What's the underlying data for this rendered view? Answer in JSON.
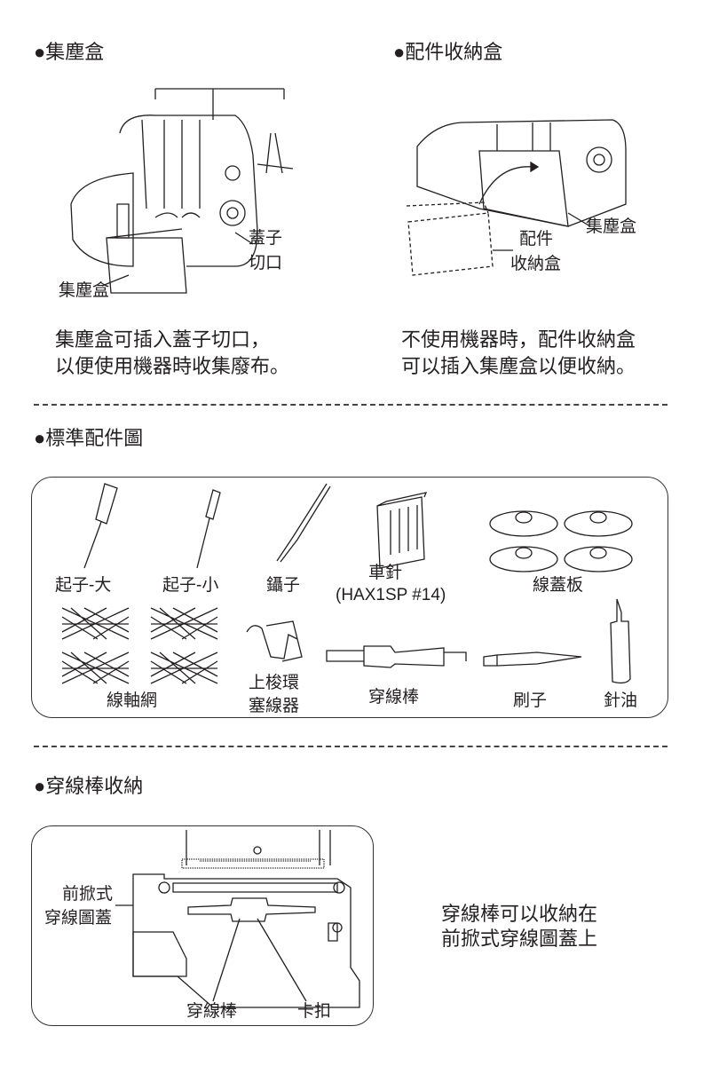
{
  "section1": {
    "title": "●集塵盒",
    "labels": {
      "cover_slot_1": "蓋子",
      "cover_slot_2": "切口",
      "dust_box": "集塵盒"
    },
    "text": [
      "集塵盒可插入蓋子切口，",
      "以便使用機器時收集廢布。"
    ]
  },
  "section2": {
    "title": "●配件收納盒",
    "labels": {
      "dust_box": "集塵盒",
      "accessory_1": "配件",
      "accessory_2": "收納盒"
    },
    "text": [
      "不使用機器時，配件收納盒",
      "可以插入集塵盒以便收納。"
    ]
  },
  "section3": {
    "title": "●標準配件圖",
    "items": {
      "screwdriver_large": "起子-大",
      "screwdriver_small": "起子-小",
      "tweezers": "鑷子",
      "needle": "車針",
      "needle_model": "(HAX1SP #14)",
      "spool_cap": "線蓋板",
      "spool_net": "線軸網",
      "looper_1": "上梭環",
      "looper_2": "塞線器",
      "threader": "穿線棒",
      "brush": "刷子",
      "oiler": "針油"
    }
  },
  "section4": {
    "title": "●穿線棒收納",
    "labels": {
      "cover_1": "前掀式",
      "cover_2": "穿線圖蓋",
      "threader": "穿線棒",
      "clip": "卡扣"
    },
    "text": [
      "穿線棒可以收納在",
      "前掀式穿線圖蓋上"
    ]
  }
}
